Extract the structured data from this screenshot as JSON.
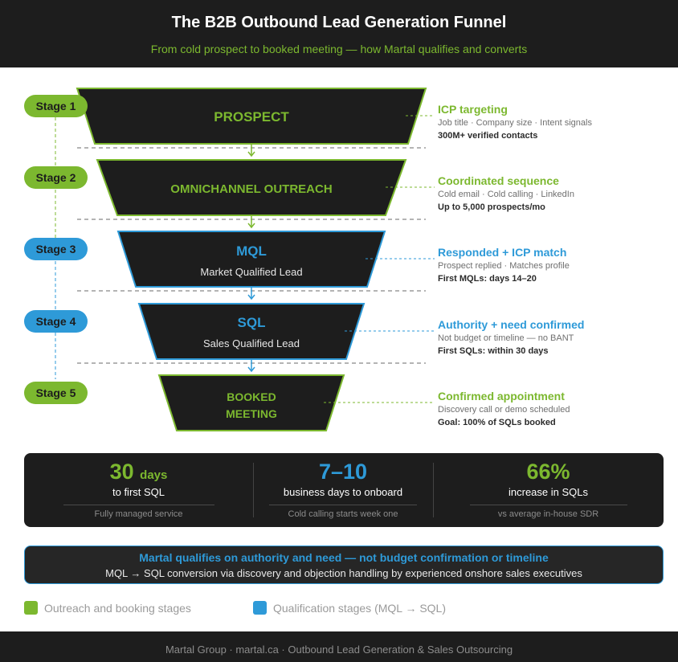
{
  "header": {
    "title": "The B2B Outbound Lead Generation Funnel",
    "subtitle": "From cold prospect to booked meeting — how Martal qualifies and converts"
  },
  "colors": {
    "green": "#7cb82f",
    "blue": "#2e9ad8",
    "dark": "#1d1d1d"
  },
  "stages": [
    {
      "pill": "Stage 1",
      "type": "outreach",
      "title": "PROSPECT",
      "subtitle": "",
      "anno_title": "ICP targeting",
      "anno_detail": "Job title · Company size · Intent signals",
      "anno_bold": "300M+ verified contacts"
    },
    {
      "pill": "Stage 2",
      "type": "outreach",
      "title": "OMNICHANNEL OUTREACH",
      "subtitle": "",
      "anno_title": "Coordinated sequence",
      "anno_detail": "Cold email · Cold calling · LinkedIn",
      "anno_bold": "Up to 5,000 prospects/mo"
    },
    {
      "pill": "Stage 3",
      "type": "qualification",
      "title": "MQL",
      "subtitle": "Market Qualified Lead",
      "anno_title": "Responded + ICP match",
      "anno_detail": "Prospect replied · Matches profile",
      "anno_bold": "First MQLs: days 14–20"
    },
    {
      "pill": "Stage 4",
      "type": "qualification",
      "title": "SQL",
      "subtitle": "Sales Qualified Lead",
      "anno_title": "Authority + need confirmed",
      "anno_detail": "Not budget or timeline — no BANT",
      "anno_bold": "First SQLs: within 30 days"
    },
    {
      "pill": "Stage 5",
      "type": "outreach",
      "title": "BOOKED\nMEETING",
      "subtitle": "",
      "anno_title": "Confirmed appointment",
      "anno_detail": "Discovery call or demo scheduled",
      "anno_bold": "Goal: 100% of SQLs booked"
    }
  ],
  "stats": [
    {
      "value": "30",
      "unit": "days",
      "label": "to first SQL",
      "note": "Fully managed service",
      "color": "#7cb82f"
    },
    {
      "value": "7–10",
      "unit": "",
      "label": "business days to onboard",
      "note": "Cold calling starts week one",
      "color": "#2e9ad8"
    },
    {
      "value": "66%",
      "unit": "",
      "label": "increase in SQLs",
      "note": "vs average in-house SDR",
      "color": "#7cb82f"
    }
  ],
  "callout": {
    "title": "Martal qualifies on authority and need — not budget confirmation or timeline",
    "subtitle": "MQL → SQL conversion via discovery and objection handling by experienced onshore sales executives"
  },
  "legend": [
    {
      "label": "Outreach and booking stages",
      "color": "#7cb82f"
    },
    {
      "label": "Qualification stages (MQL → SQL)",
      "color": "#2e9ad8"
    }
  ],
  "footer": {
    "text": "Martal Group · martal.ca · Outbound Lead Generation & Sales Outsourcing"
  }
}
